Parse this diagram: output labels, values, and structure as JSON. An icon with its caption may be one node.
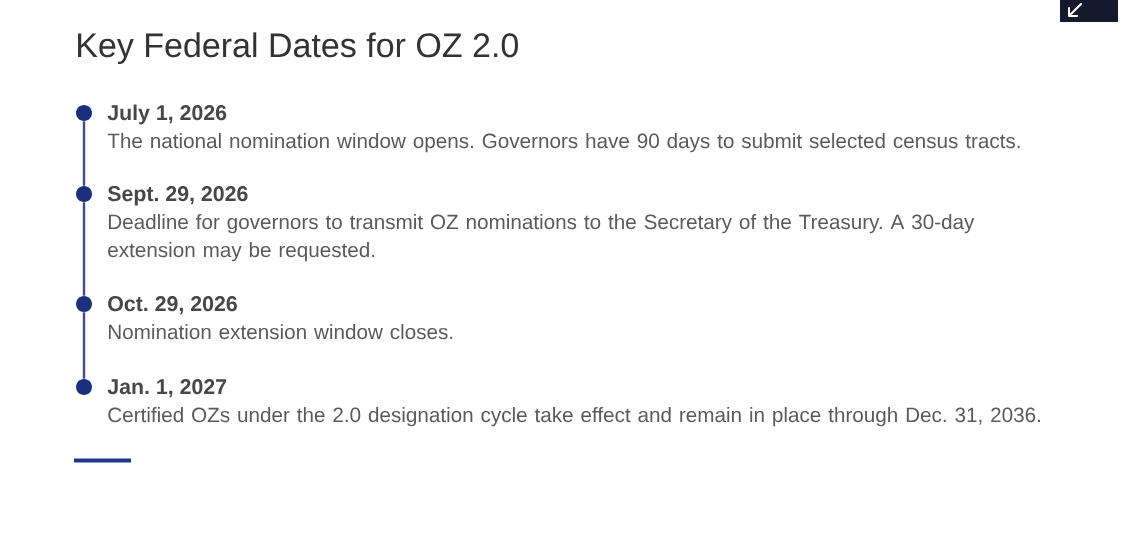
{
  "diagram": {
    "title": "Key Federal Dates for OZ 2.0",
    "nodes": [
      {
        "text": [],
        "shape": "circle",
        "beside": [
          "July 1, 2026",
          "The national nomination window opens. Governors have 90 days to submit selected census tracts."
        ]
      },
      {
        "text": [],
        "shape": "circle",
        "beside": [
          "Sept. 29, 2026",
          "Deadline for governors to transmit OZ nominations to the Secretary of the Treasury. A 30-day extension may be requested."
        ]
      },
      {
        "text": [],
        "shape": "circle",
        "beside": [
          "Oct. 29, 2026",
          "Nomination extension window closes."
        ]
      },
      {
        "text": [],
        "shape": "circle",
        "beside": [
          "Jan. 1, 2027",
          "Certified OZs under the 2.0 designation cycle take effect and remain in place through Dec. 31, 2036."
        ]
      }
    ],
    "edges": [
      {
        "from": 0,
        "to": 1,
        "arrow": "none"
      },
      {
        "from": 1,
        "to": 2,
        "arrow": "none"
      },
      {
        "from": 2,
        "to": 3,
        "arrow": "none"
      }
    ]
  }
}
